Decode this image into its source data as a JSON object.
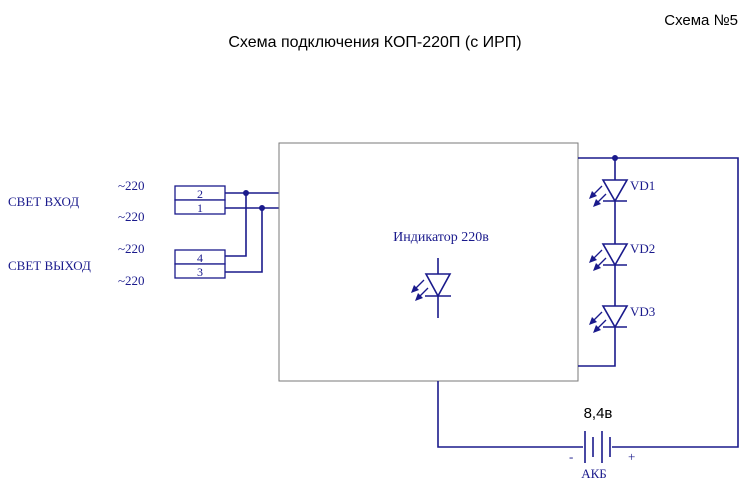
{
  "header": {
    "scheme_number": "Схема №5",
    "title": "Схема подключения КОП-220П (с ИРП)"
  },
  "inputs": {
    "light_in_label": "СВЕТ  ВХОД",
    "light_out_label": "СВЕТ  ВЫХОД",
    "voltage_labels": [
      "~220",
      "~220",
      "~220",
      "~220"
    ]
  },
  "terminals": [
    "2",
    "1",
    "4",
    "3"
  ],
  "indicator": {
    "label": "Индикатор 220в"
  },
  "leds": [
    "VD1",
    "VD2",
    "VD3"
  ],
  "battery": {
    "voltage": "8,4в",
    "label": "АКБ",
    "minus": "-",
    "plus": "+"
  },
  "colors": {
    "wire": "#1a1a8c",
    "box_border": "#7a7a7a",
    "text": "#000000"
  }
}
